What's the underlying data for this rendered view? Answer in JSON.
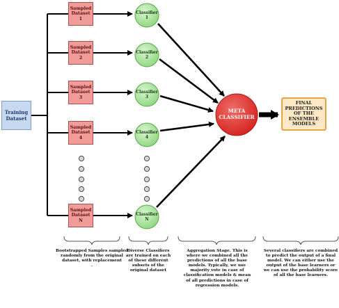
{
  "training_dataset": "Training\nDataset",
  "rows": [
    {
      "dataset": "Sampled\nDataset\n1",
      "classifier": "Classifier\n1"
    },
    {
      "dataset": "Sampled\nDataset\n2",
      "classifier": "Classifier\n2"
    },
    {
      "dataset": "Sampled\nDataset\n3",
      "classifier": "Classifier\n3"
    },
    {
      "dataset": "Sampled\nDataset\n4",
      "classifier": "Classifier\n4"
    },
    {
      "dataset": "Sampled\nDataset\nN",
      "classifier": "Classifier\nN"
    }
  ],
  "meta_classifier": "META\nCLASSIFIER",
  "final_predictions": "FINAL\nPREDICTIONS\nOF THE\nENSEMBLE\nMODELS",
  "captions": {
    "bootstrap": "Bootstrapped Samples sampled randomly from the original dataset, with replacement\n.",
    "diverse": "Diverse Classifiers are trained on each of these different subsets of the original dataset",
    "aggregation": "Aggregation Stage. This is where we combined all the predictions of all the base models. Typically, we use majority vote in case of classification models & mean of all predictions in case of regression models.",
    "final": "Several classifiers are combined to predict the output of a final model. We can either use the output of the base learners or we can use the probability score of all the base learners."
  },
  "colors": {
    "training_fill": "#c6d9f1",
    "sampled_fill": "#f19c98",
    "classifier_fill": "#9be08c",
    "meta_fill": "#e0322e",
    "final_border": "#e8a24a"
  }
}
